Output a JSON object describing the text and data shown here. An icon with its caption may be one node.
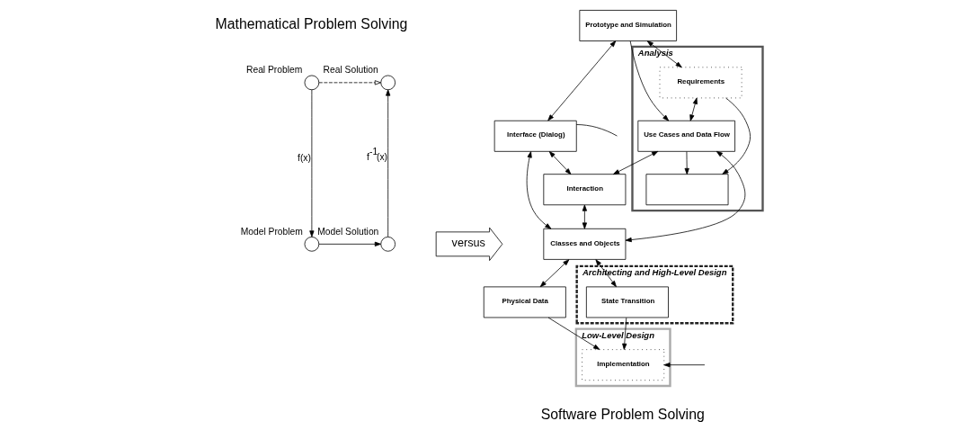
{
  "diagram": {
    "nodes": [
      {
        "text": [
          "Analysis"
        ]
      },
      {
        "text": [
          "Prototype and Simulation"
        ]
      },
      {
        "text": [
          "Interface (Dialog)"
        ]
      },
      {
        "text": [
          "Requirements"
        ],
        "in": 0
      },
      {
        "text": [
          "Use Cases and Data Flow"
        ],
        "in": 0
      },
      {
        "text": [
          "Interaction"
        ]
      },
      {
        "text": [],
        "shape": "box",
        "in": 0
      },
      {
        "text": [
          "Classes and Objects"
        ]
      },
      {
        "text": [
          "Physical Data"
        ]
      },
      {
        "text": [
          "Architecting and High-Level Design"
        ]
      },
      {
        "text": [
          "State Transition"
        ],
        "in": 9
      },
      {
        "text": [
          "Low-Level Design"
        ]
      },
      {
        "text": [
          "Implementation"
        ],
        "in": 11
      },
      {
        "text": [
          "versus"
        ]
      },
      {
        "text": [
          "Real Problem"
        ]
      },
      {
        "text": [
          "Real Solution"
        ]
      },
      {
        "text": [
          "Model Problem"
        ]
      },
      {
        "text": [
          "Model Solution"
        ]
      }
    ],
    "edges": [
      {
        "from": 1,
        "to": 3,
        "arrow": "both"
      },
      {
        "from": 1,
        "to": 2,
        "arrow": "both"
      },
      {
        "from": 1,
        "to": 4,
        "arrow": "to"
      },
      {
        "from": 3,
        "to": 4,
        "arrow": "both"
      },
      {
        "from": 4,
        "to": 6,
        "arrow": "to"
      },
      {
        "from": 3,
        "to": 6,
        "arrow": "to"
      },
      {
        "from": 4,
        "to": 5,
        "arrow": "both"
      },
      {
        "from": 4,
        "to": 7,
        "arrow": "both"
      },
      {
        "from": 2,
        "to": 5,
        "arrow": "both"
      },
      {
        "from": 5,
        "to": 7,
        "arrow": "both"
      },
      {
        "from": 2,
        "to": 7,
        "arrow": "both"
      },
      {
        "from": 2,
        "to": null,
        "arrow": "none"
      },
      {
        "from": 7,
        "to": 8,
        "arrow": "both"
      },
      {
        "from": 7,
        "to": 10,
        "arrow": "both"
      },
      {
        "from": 8,
        "to": 12,
        "arrow": "to"
      },
      {
        "from": 10,
        "to": 12,
        "arrow": "to"
      },
      {
        "from": null,
        "to": 12,
        "arrow": "to"
      },
      {
        "from": 14,
        "to": 15,
        "arrow": "to",
        "style": "dashed"
      },
      {
        "from": 14,
        "to": 16,
        "arrow": "to",
        "label": "f(x)"
      },
      {
        "from": 16,
        "to": 17,
        "arrow": "to"
      },
      {
        "from": 17,
        "to": 15,
        "arrow": "to",
        "label": "f$^{-1}$(x)"
      }
    ],
    "labels": [
      "Mathematical Problem Solving",
      "Software Problem Solving"
    ]
  }
}
